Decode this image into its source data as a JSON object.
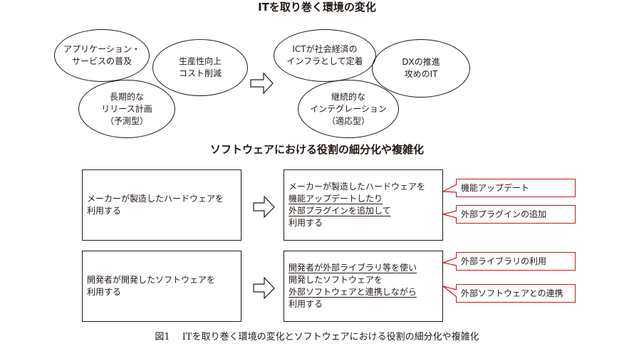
{
  "top_title": "ITを取り巻く環境の変化",
  "left_group": {
    "ellipses": [
      {
        "lines": [
          "アプリケーション・",
          "サービスの普及"
        ]
      },
      {
        "lines": [
          "生産性向上",
          "コスト削減"
        ]
      },
      {
        "lines": [
          "長期的な",
          "リリース計画",
          "（予測型）"
        ]
      }
    ]
  },
  "right_group": {
    "ellipses": [
      {
        "lines": [
          "ICTが社会経済の",
          "インフラとして定着"
        ]
      },
      {
        "lines": [
          "DXの推進",
          "攻めのIT"
        ]
      },
      {
        "lines": [
          "継続的な",
          "インテグレーション",
          "（適応型）"
        ]
      }
    ]
  },
  "second_title": "ソフトウェアにおける役割の細分化や複雑化",
  "rows": [
    {
      "left_lines": [
        "メーカーが製造したハードウェアを",
        "利用する"
      ],
      "right_lines": [
        {
          "text": "メーカーが製造したハードウェアを",
          "underline": false
        },
        {
          "text": "機能アップデートしたり",
          "underline": true
        },
        {
          "text": "外部プラグインを追加して",
          "underline": true
        },
        {
          "text": "利用する",
          "underline": false
        }
      ],
      "callouts": [
        "機能アップデート",
        "外部プラグインの追加"
      ]
    },
    {
      "left_lines": [
        "開発者が開発したソフトウェアを",
        "利用する"
      ],
      "right_lines": [
        {
          "text": "開発者が外部ライブラリ等を使い",
          "underline": true
        },
        {
          "text": "開発したソフトウェアを",
          "underline": false
        },
        {
          "text": "外部ソフトウェアと連携しながら",
          "underline": true
        },
        {
          "text": "利用する",
          "underline": false
        }
      ],
      "callouts": [
        "外部ライブラリの利用",
        "外部ソフトウェアとの連携"
      ]
    }
  ],
  "caption": "図1　 ITを取り巻く環境の変化とソフトウェアにおける役割の細分化や複雑化",
  "colors": {
    "ink": "#231815",
    "callout_border": "#c8161d"
  }
}
